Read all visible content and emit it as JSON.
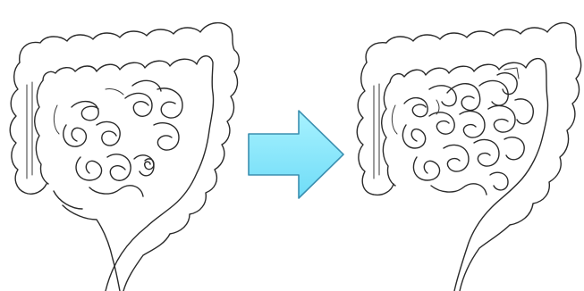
{
  "diagram": {
    "panels": [
      {
        "id": "before",
        "icon": "intestine-illustration"
      },
      {
        "id": "after",
        "icon": "intestine-illustration"
      }
    ],
    "arrow": {
      "icon": "right-arrow",
      "fill_color": "#7fe6ff",
      "stroke_color": "#3b8fb0"
    }
  }
}
